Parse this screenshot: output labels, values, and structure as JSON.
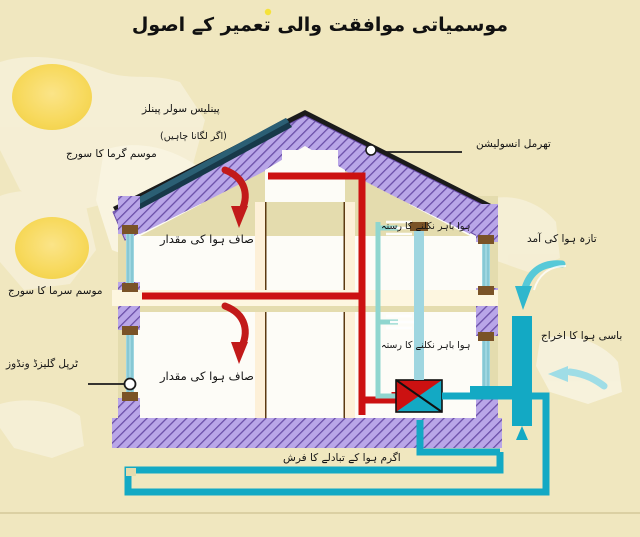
{
  "page": {
    "title": "موسمیاتی موافقت والی تعمیر کے اصول",
    "background_color": "#f0e7bf"
  },
  "colors": {
    "background": "#f0e7bf",
    "insulation_fill": "#b9a6e8",
    "insulation_hatch": "#6b4fa8",
    "roof_edge": "#1b1b1b",
    "solar_panel": "#17394a",
    "warm_duct_red": "#cc1111",
    "cool_duct_cyan": "#13a9c4",
    "pale_cyan_duct": "#8fd6cf",
    "sun_fill": "#f7d95c",
    "arrow_red": "#c21a1a",
    "arrow_cyan": "#2fb7cd",
    "wall_interior": "#e4dcae",
    "room_white": "#fdfcf7",
    "window_frame": "#6b4a1e",
    "bracket_brown": "#7a5327"
  },
  "labels": {
    "solar_panels": "پینلیس سولر پینلز",
    "solar_panels_note": "(اگر لگانا چاہیں)",
    "summer_sun": "موسم گرما کا سورج",
    "winter_sun": "موسم سرما کا سورج",
    "triple_glazed_windows": "ٹرپل گلیزڈ ونڈوز",
    "thermal_insulation": "تھرمل انسولیشن",
    "fresh_air_intake": "تازہ ہوا کی آمد",
    "stale_air_exhaust": "باسی ہوا کا اخراج",
    "clean_air_supply_upper": "صاف ہوا کی مقدار",
    "clean_air_supply_lower": "صاف ہوا کی مقدار",
    "air_exit_path_upper": "ہوا باہر نکلنے کا رستہ",
    "air_exit_path_lower": "ہوا باہر نکلنے کا رستہ",
    "warm_air_exchange_floor": "اگرم ہوا کے تبادلے کا فرش"
  },
  "icons": {
    "summer_sun": "sun-icon",
    "winter_sun": "sun-icon",
    "supply_arrow_upper": "arrow-down-curved-icon",
    "supply_arrow_lower": "arrow-down-curved-icon",
    "intake_arrow": "arrow-down-curved-icon",
    "exhaust_arrow": "arrow-right-icon",
    "heat_exchanger": "heat-exchanger-icon",
    "window_marker": "window-marker-icon",
    "insulation_pointer": "insulation-pointer-icon"
  }
}
